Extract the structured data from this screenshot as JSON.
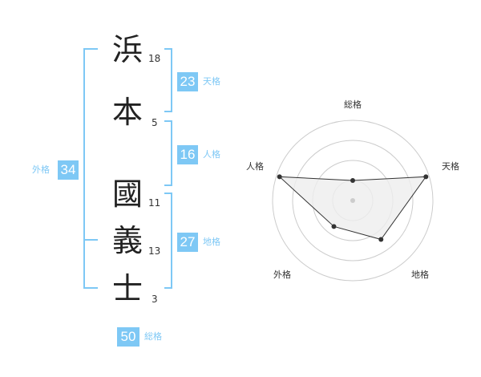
{
  "name_chars": [
    {
      "char": "浜",
      "strokes": "18"
    },
    {
      "char": "本",
      "strokes": "5"
    },
    {
      "char": "國",
      "strokes": "11"
    },
    {
      "char": "義",
      "strokes": "13"
    },
    {
      "char": "士",
      "strokes": "3"
    }
  ],
  "kaku": {
    "ten": {
      "value": "23",
      "label": "天格"
    },
    "jin": {
      "value": "16",
      "label": "人格"
    },
    "chi": {
      "value": "27",
      "label": "地格"
    },
    "gai": {
      "value": "34",
      "label": "外格"
    },
    "so": {
      "value": "50",
      "label": "総格"
    }
  },
  "colors": {
    "accent": "#7ec8f5",
    "radar_fill": "#eeeeee",
    "radar_ring": "#cccccc"
  },
  "chart_data": {
    "type": "radar",
    "axes": [
      "総格",
      "天格",
      "地格",
      "外格",
      "人格"
    ],
    "values": [
      0.25,
      0.96,
      0.6,
      0.4,
      0.96
    ],
    "range": [
      0,
      1
    ],
    "rings": 4
  }
}
